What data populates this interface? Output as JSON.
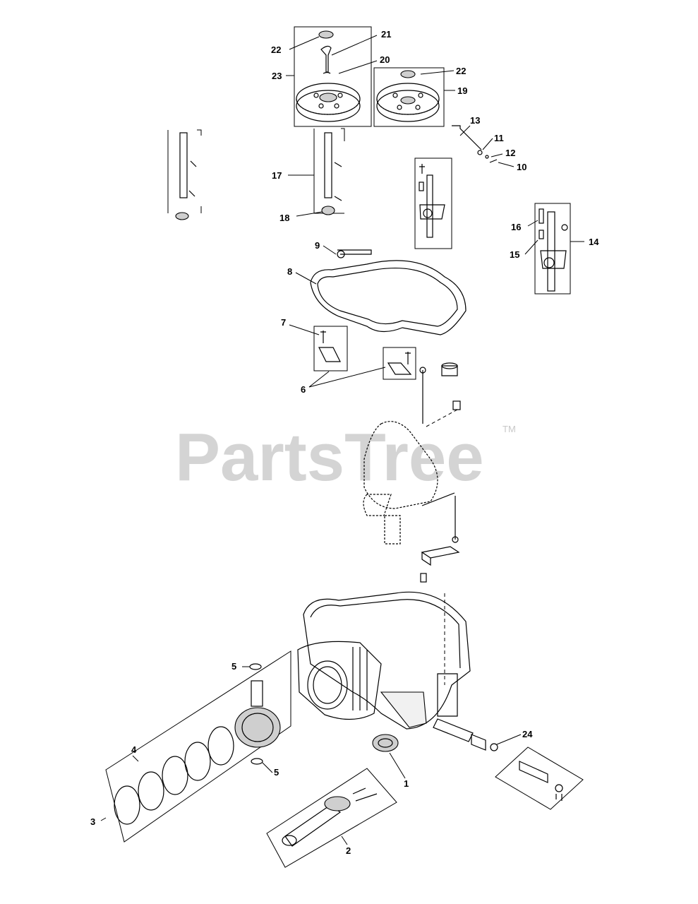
{
  "watermark": {
    "text": "PartsTree",
    "trademark": "TM"
  },
  "callouts": {
    "c1": "1",
    "c2": "2",
    "c3": "3",
    "c4": "4",
    "c5a": "5",
    "c5b": "5",
    "c6": "6",
    "c7": "7",
    "c8": "8",
    "c9": "9",
    "c10": "10",
    "c11": "11",
    "c12": "12",
    "c13": "13",
    "c14": "14",
    "c15": "15",
    "c16": "16",
    "c17": "17",
    "c18": "18",
    "c19": "19",
    "c20": "20",
    "c21": "21",
    "c22a": "22",
    "c22b": "22",
    "c23": "23",
    "c24": "24"
  }
}
